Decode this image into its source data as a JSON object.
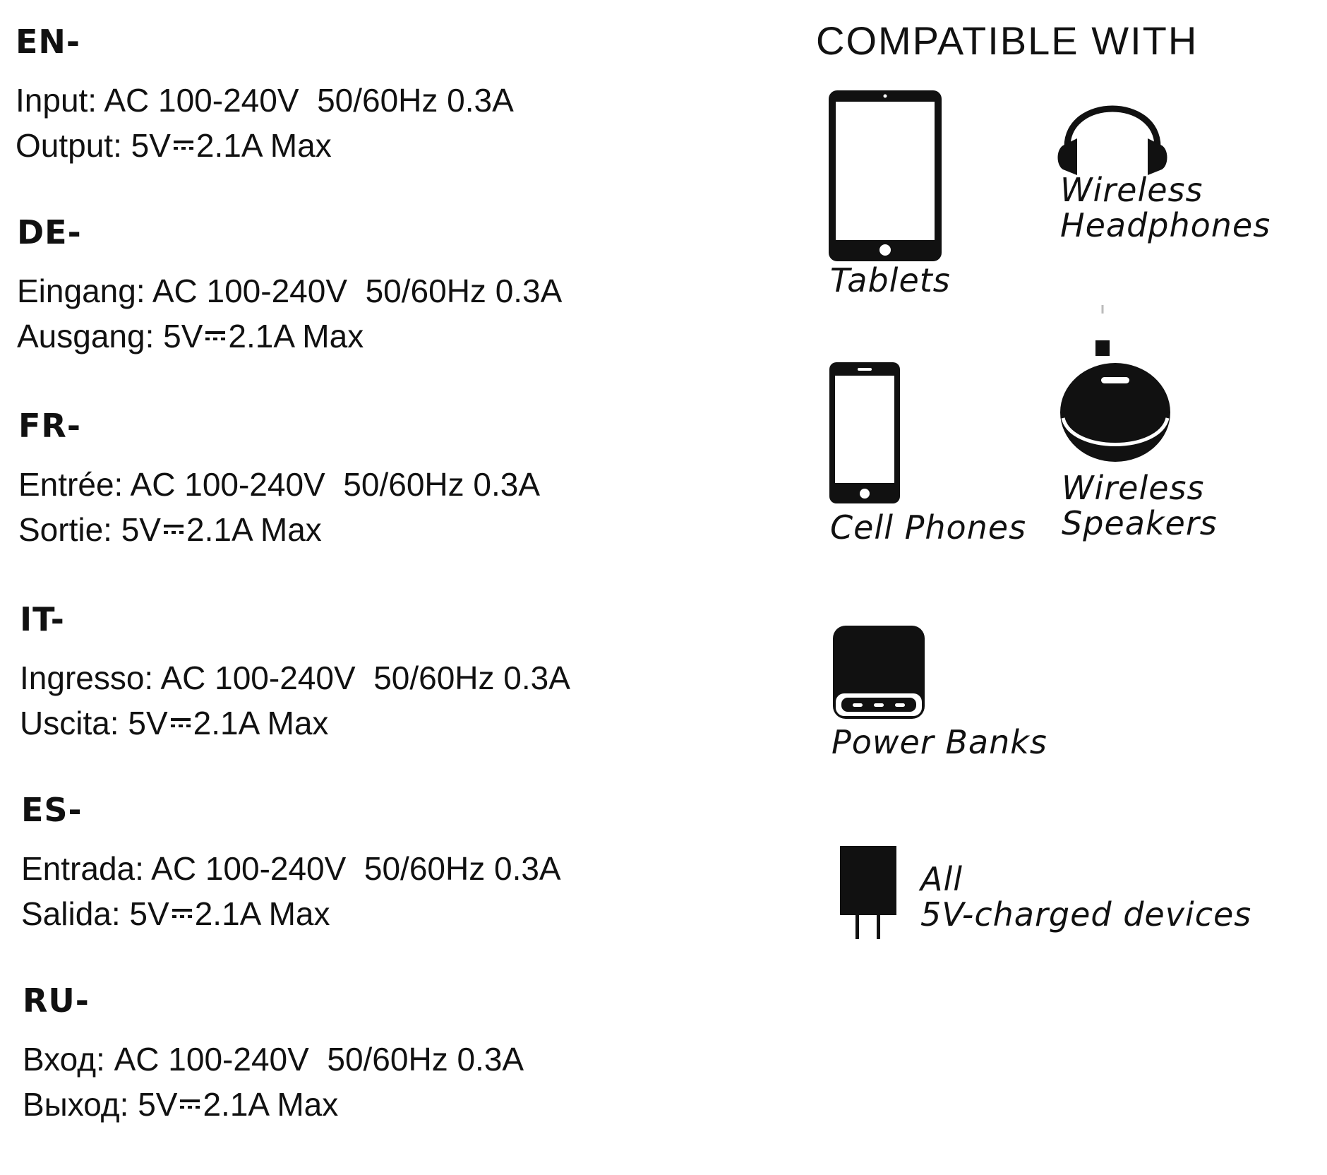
{
  "languages": [
    {
      "code": "EN-",
      "input": "Input: AC 100-240V  50/60Hz 0.3A",
      "output_prefix": "Output: 5V",
      "output_suffix": "2.1A Max"
    },
    {
      "code": "DE-",
      "input": "Eingang: AC 100-240V  50/60Hz 0.3A",
      "output_prefix": "Ausgang: 5V",
      "output_suffix": "2.1A Max"
    },
    {
      "code": "FR-",
      "input": "Entrée: AC 100-240V  50/60Hz 0.3A",
      "output_prefix": "Sortie: 5V",
      "output_suffix": "2.1A Max"
    },
    {
      "code": "IT-",
      "input": "Ingresso: AC 100-240V  50/60Hz 0.3A",
      "output_prefix": "Uscita: 5V",
      "output_suffix": "2.1A Max"
    },
    {
      "code": "ES-",
      "input": "Entrada: AC 100-240V  50/60Hz 0.3A",
      "output_prefix": "Salida: 5V",
      "output_suffix": "2.1A Max"
    },
    {
      "code": "RU-",
      "input": "Вход: AC 100-240V  50/60Hz 0.3A",
      "output_prefix": "Выход: 5V",
      "output_suffix": "2.1A Max"
    }
  ],
  "compatible": {
    "title": "COMPATIBLE WITH",
    "devices": {
      "tablets": {
        "label": "Tablets",
        "icon": "tablet-icon"
      },
      "headphones": {
        "label_line1": "Wireless",
        "label_line2": "Headphones",
        "icon": "headphones-icon"
      },
      "phones": {
        "label": "Cell Phones",
        "icon": "smartphone-icon"
      },
      "speakers": {
        "label_line1": "Wireless",
        "label_line2": "Speakers",
        "icon": "speaker-icon"
      },
      "power_banks": {
        "label": "Power Banks",
        "icon": "power-bank-icon"
      },
      "all": {
        "label_line1": "All",
        "label_line2": "5V-charged devices",
        "icon": "charger-plug-icon"
      }
    }
  }
}
